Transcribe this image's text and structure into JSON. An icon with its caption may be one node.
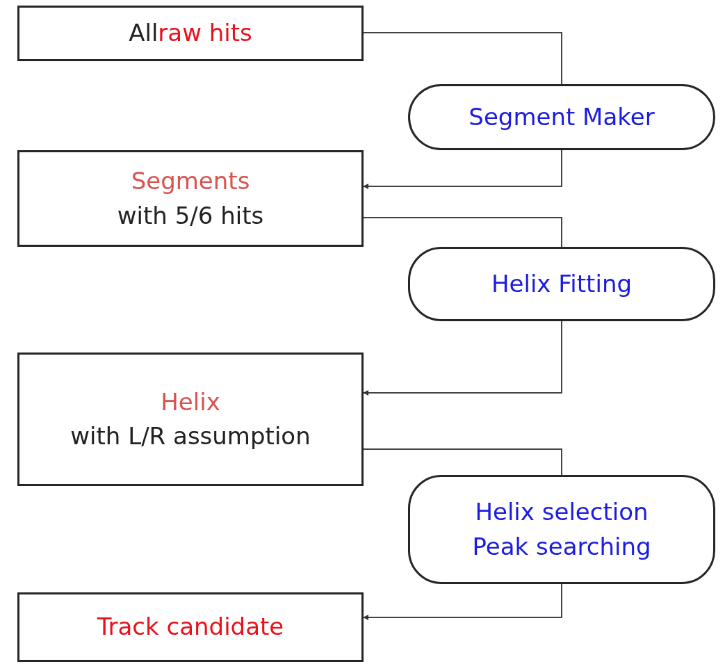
{
  "diagram": {
    "nodes": [
      {
        "text": [
          "All",
          "raw hits"
        ]
      },
      {
        "text": [
          "Segment Maker"
        ]
      },
      {
        "text": [
          "Segments",
          "with 5/6 hits"
        ]
      },
      {
        "text": [
          "Helix Fitting"
        ]
      },
      {
        "text": [
          "Helix",
          "with L/R assumption"
        ]
      },
      {
        "text": [
          "Helix selection",
          "Peak searching"
        ]
      },
      {
        "text": [
          "Track candidate"
        ]
      }
    ],
    "edges": [
      {
        "from": 0,
        "to": 1,
        "arrow": "none"
      },
      {
        "from": 1,
        "to": 2,
        "arrow": "to"
      },
      {
        "from": 2,
        "to": 3,
        "arrow": "none"
      },
      {
        "from": 3,
        "to": 4,
        "arrow": "to"
      },
      {
        "from": 4,
        "to": 5,
        "arrow": "none"
      },
      {
        "from": 5,
        "to": 6,
        "arrow": "to"
      }
    ]
  }
}
